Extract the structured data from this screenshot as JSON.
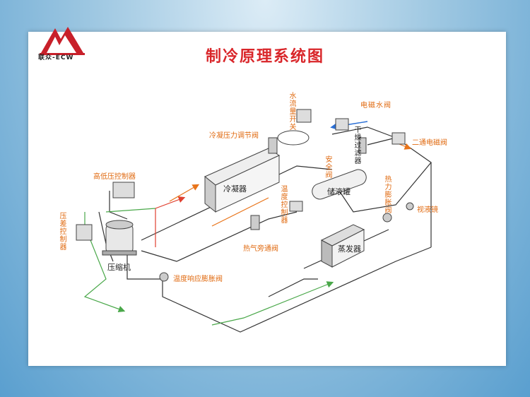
{
  "brand": {
    "logo_text": "联众-ECW",
    "accent": "#d9262a"
  },
  "title": "制冷原理系统图",
  "labels": {
    "condenser": "冷凝器",
    "receiver": "储液罐",
    "evaporator": "蒸发器",
    "compressor": "压缩机",
    "cond_pressure_valve": "冷凝压力调节阀",
    "water_flow_switch": "水流量开关",
    "water_solenoid": "电磁水阀",
    "dryer": "干燥过滤器",
    "two_way_solenoid": "二通电磁阀",
    "hl_pressure_ctrl": "高低压控制器",
    "diff_pressure_ctrl": "压差控制器",
    "safety_valve": "安全阀",
    "temp_ctrl": "温度控制器",
    "thermal_exp_valve": "热力膨胀阀",
    "sight_glass": "视液镜",
    "hot_gas_bypass": "热气旁通阀",
    "temp_resp_exp_valve": "温度响应膨胀阀"
  },
  "colors": {
    "orange": "#e8741a",
    "green": "#4aa84a",
    "red": "#e04030",
    "blue": "#2a6fd6",
    "line": "#333333"
  }
}
